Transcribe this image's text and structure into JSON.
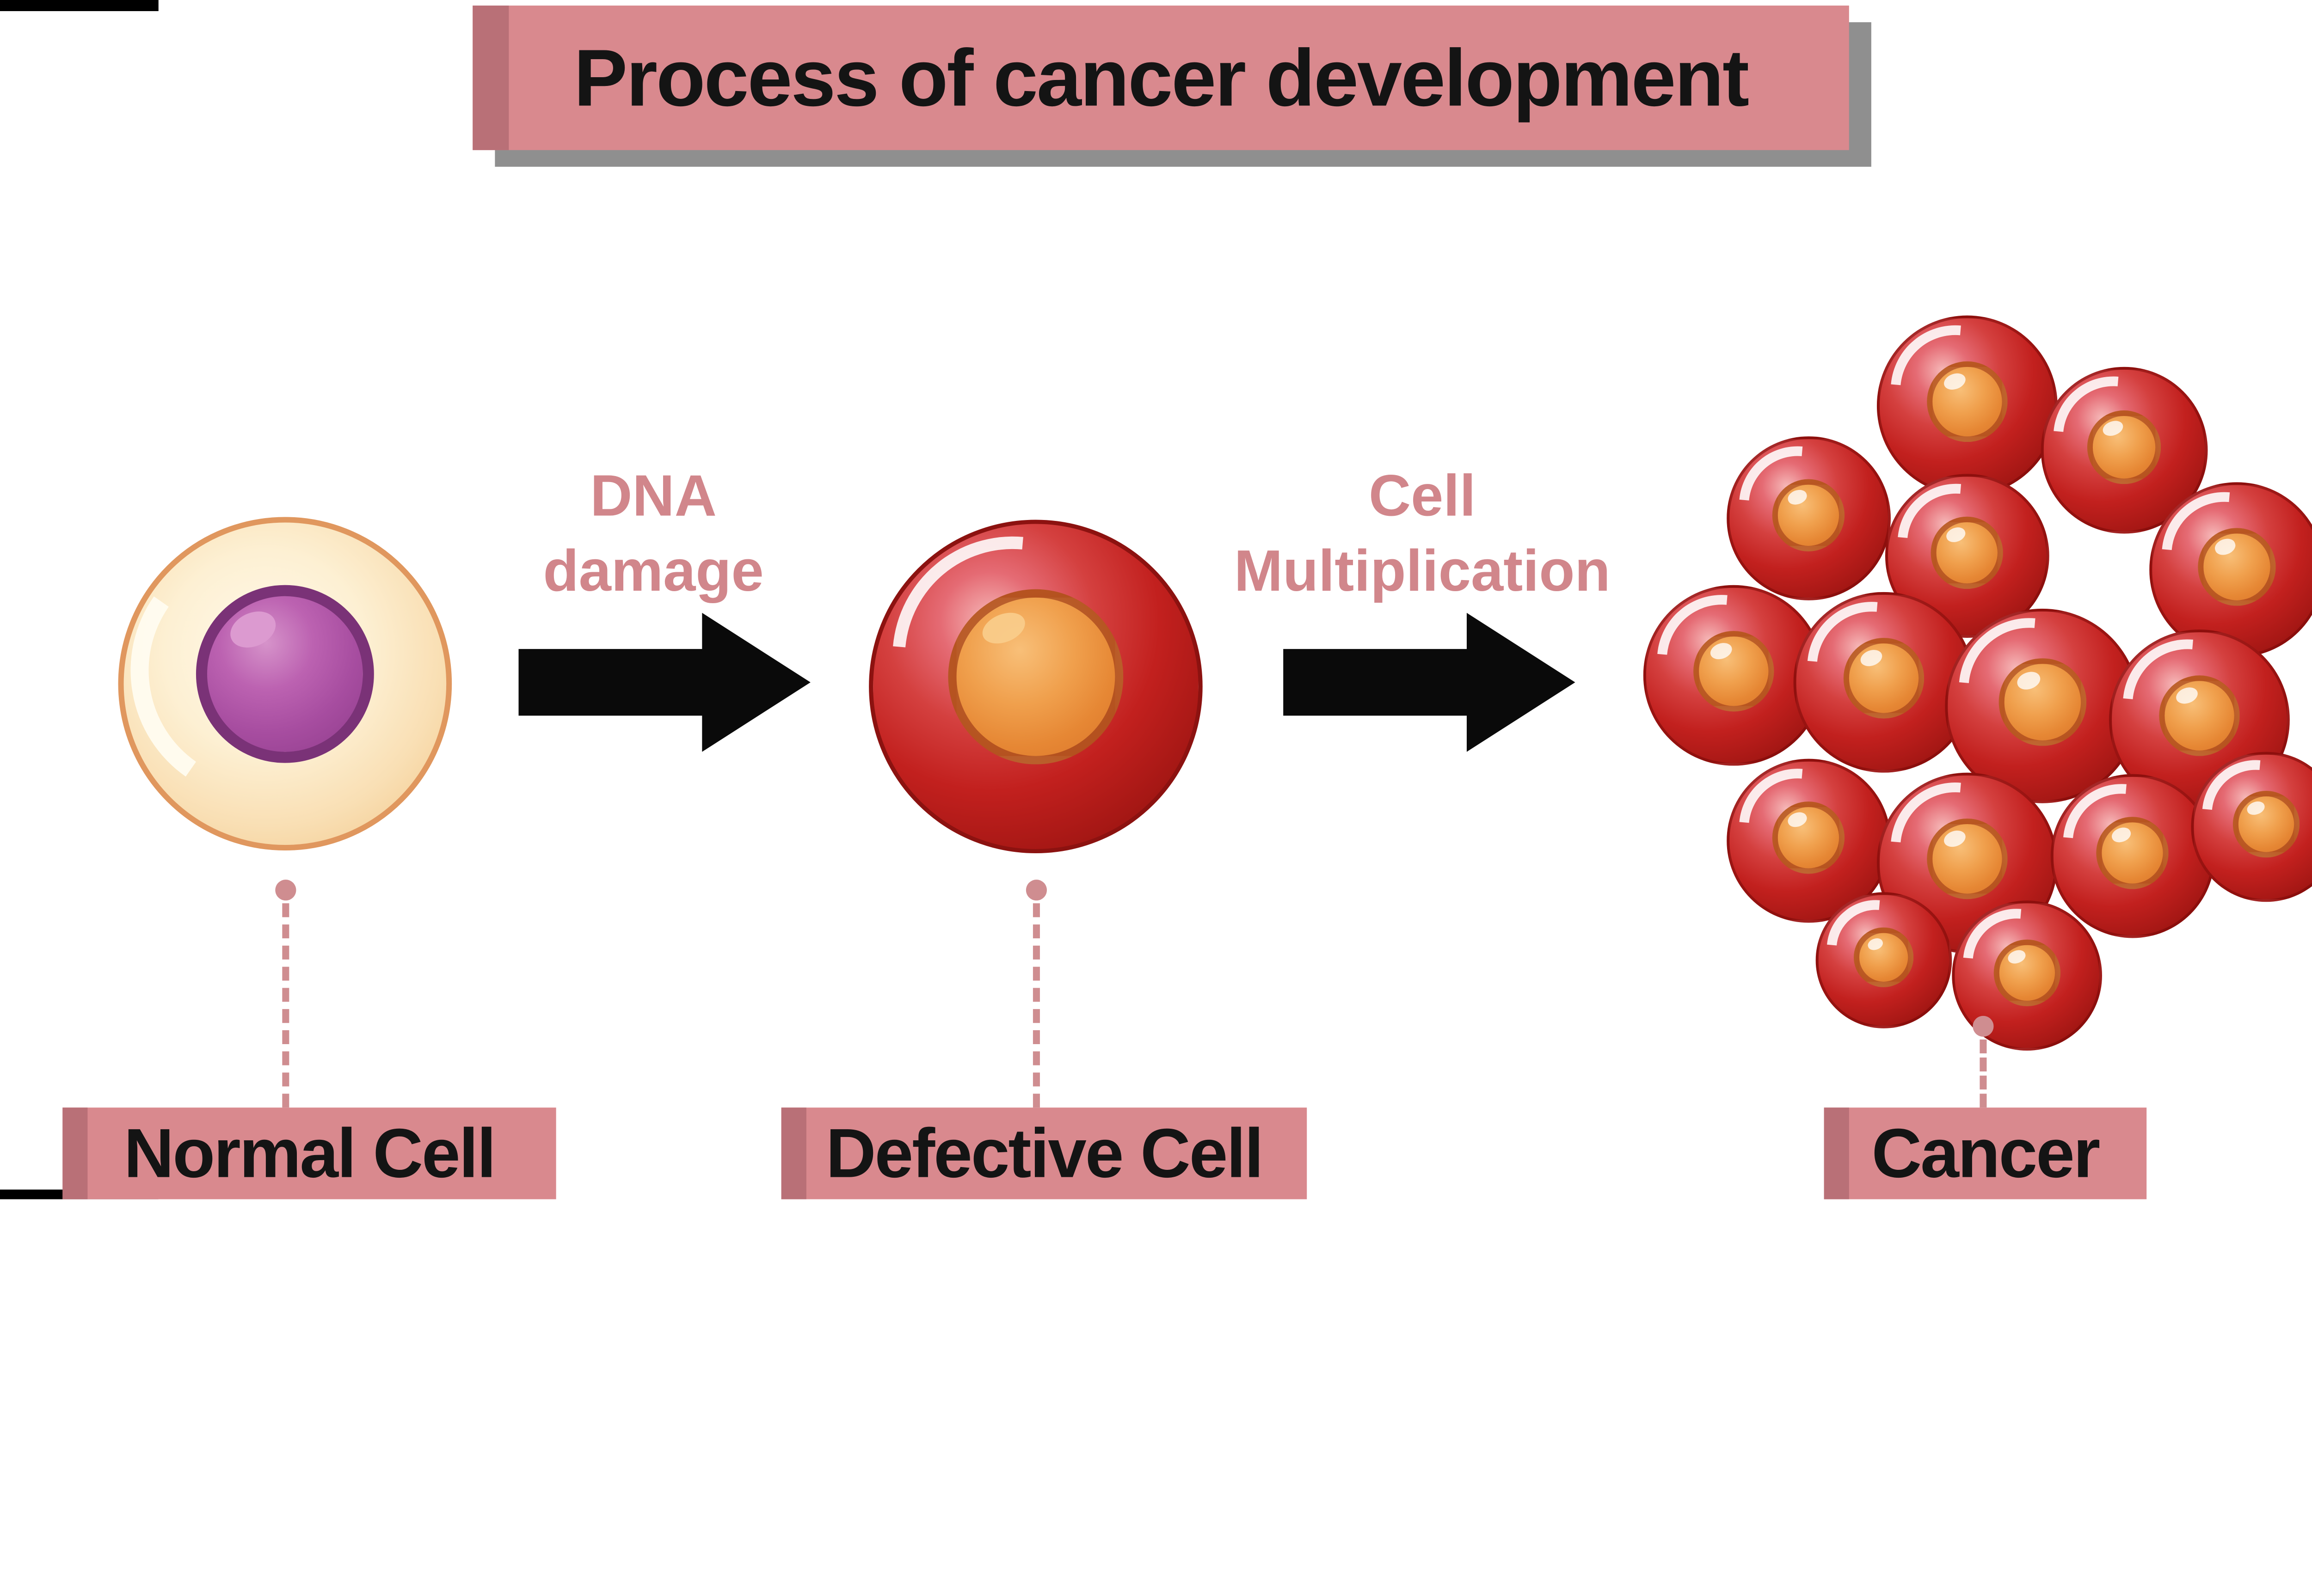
{
  "title": {
    "text": "Process of cancer development"
  },
  "stages": [
    {
      "id": "normal-cell",
      "label": "Normal Cell"
    },
    {
      "id": "defective-cell",
      "label": "Defective Cell"
    },
    {
      "id": "cancer",
      "label": "Cancer"
    }
  ],
  "transitions": [
    {
      "line1": "DNA",
      "line2": "damage"
    },
    {
      "line1": "Cell",
      "line2": "Multiplication"
    }
  ],
  "icons": {
    "arrow": "arrow-right-icon"
  },
  "colors": {
    "background": "#ffffff",
    "banner_fill": "#d9898e",
    "banner_edge": "#b97077",
    "banner_shadow": "#8f8f8f",
    "title_text": "#141414",
    "label_text": "#141414",
    "transition_text": "#d1868b",
    "connector": "#cf8d90",
    "arrow": "#000000",
    "normal_cell_body": "#f9dfb4",
    "normal_cell_outline": "#e0975e",
    "normal_nucleus": "#a74da0",
    "defective_cell_body": "#c2201e",
    "nucleus_orange": "#e68734"
  }
}
